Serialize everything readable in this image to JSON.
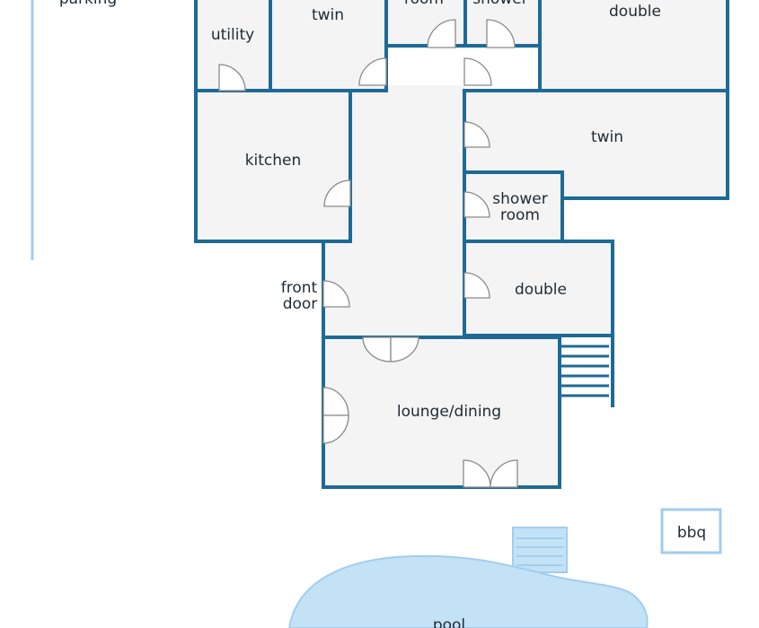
{
  "rooms": {
    "parking": "parking",
    "utility": "utility",
    "twin_top": "twin",
    "room_top": "room",
    "shower_top": "shower",
    "double_top": "double",
    "kitchen": "kitchen",
    "twin_right": "twin",
    "shower_room_line1": "shower",
    "shower_room_line2": "room",
    "front_door_line1": "front",
    "front_door_line2": "door",
    "double_lower": "double",
    "lounge_dining": "lounge/dining",
    "bbq": "bbq",
    "pool": "pool"
  },
  "colors": {
    "wall": "#1d6a96",
    "floor": "#f4f4f4",
    "pool": "#c4e2f6",
    "pool_outline": "#a2cdee",
    "label": "#1f2a33"
  }
}
